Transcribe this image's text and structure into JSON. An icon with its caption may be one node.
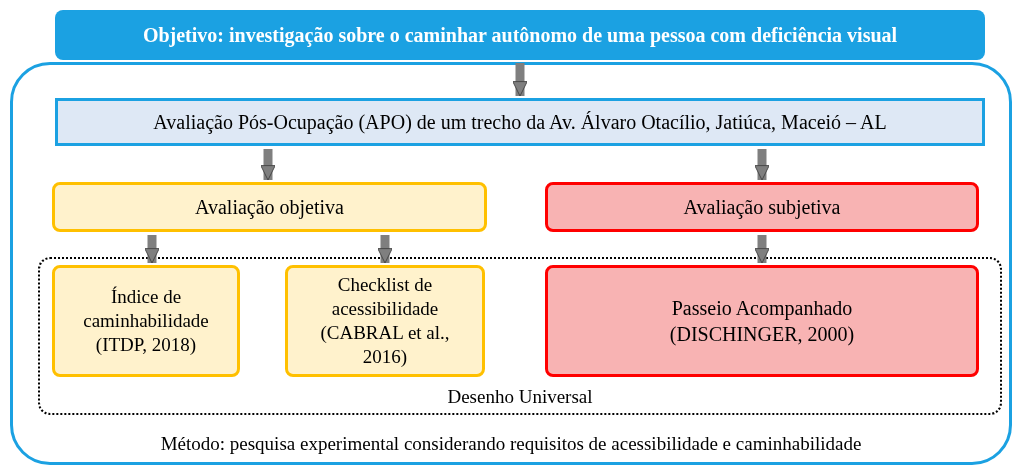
{
  "diagram": {
    "nodes": [
      {
        "text": [
          "Método: pesquisa experimental considerando requisitos de acessibilidade e caminhabilidade"
        ]
      },
      {
        "text": [
          "Objetivo: investigação sobre o caminhar autônomo de uma pessoa com deficiência visual"
        ]
      },
      {
        "text": [
          "Avaliação Pós-Ocupação (APO) de um trecho da Av. Álvaro Otacílio, Jatiúca, Maceió – AL"
        ],
        "in": 0
      },
      {
        "text": [
          "Avaliação objetiva"
        ],
        "in": 0
      },
      {
        "text": [
          "Avaliação subjetiva"
        ],
        "in": 0
      },
      {
        "text": [
          "Desenho Universal"
        ],
        "in": 0
      },
      {
        "text": [
          "Índice de caminhabilidade (ITDP, 2018)"
        ],
        "in": 5
      },
      {
        "text": [
          "Checklist de acessibilidade (CABRAL et al., 2016)"
        ],
        "in": 5
      },
      {
        "text": [
          "Passeio Acompanhado (DISCHINGER, 2000)"
        ],
        "in": 5
      }
    ],
    "edges": [
      {
        "from": 1,
        "to": 2,
        "arrow": "to"
      },
      {
        "from": 2,
        "to": 3,
        "arrow": "to"
      },
      {
        "from": 2,
        "to": 4,
        "arrow": "to"
      },
      {
        "from": 3,
        "to": 6,
        "arrow": "to"
      },
      {
        "from": 3,
        "to": 7,
        "arrow": "to"
      },
      {
        "from": 4,
        "to": 8,
        "arrow": "to"
      }
    ]
  }
}
